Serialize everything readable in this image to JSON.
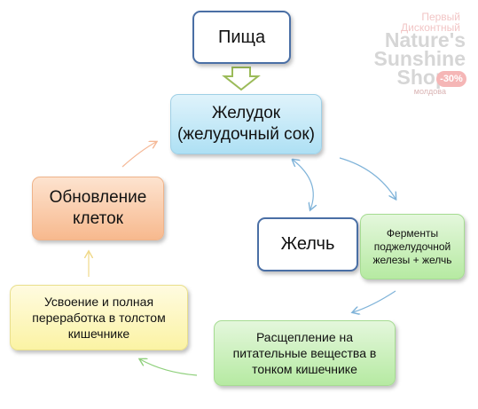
{
  "nodes": {
    "food": "Пища",
    "stomach": "Желудок\n(желудочный сок)",
    "renewal": "Обновление\nклеток",
    "bile": "Желчь",
    "enzymes": "Ферменты\nподжелудочной\nжелезы + желчь",
    "absorption": "Усвоение и полная\nпереработка в толстом\nкишечнике",
    "split": "Расщепление на\nпитательные вещества в\nтонком кишечнике"
  },
  "watermark": {
    "line1": "Первый",
    "line2": "Дисконтный",
    "line3": "Nature's",
    "line4": "Sunshine",
    "line5": "Shop",
    "badge": "-30%",
    "line6": "молдова"
  },
  "colors": {
    "arrow_blue": "#7fb3d9",
    "arrow_green": "#8fd07c",
    "arrow_orange": "#f5b896",
    "block_arrow": "#9bbb59"
  }
}
